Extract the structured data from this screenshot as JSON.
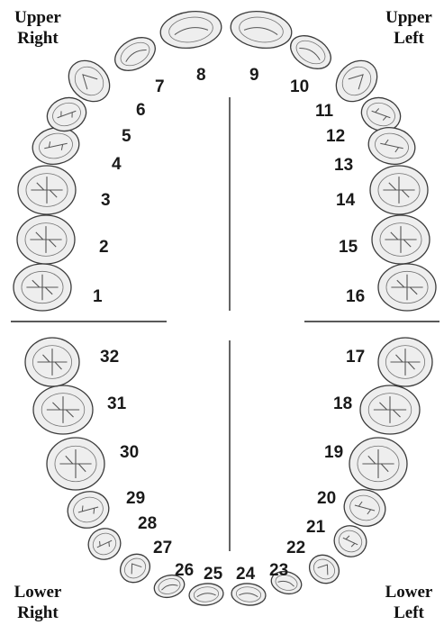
{
  "quadrants": {
    "upper_right": {
      "line1": "Upper",
      "line2": "Right"
    },
    "upper_left": {
      "line1": "Upper",
      "line2": "Left"
    },
    "lower_right": {
      "line1": "Lower",
      "line2": "Right"
    },
    "lower_left": {
      "line1": "Lower",
      "line2": "Left"
    }
  },
  "teeth": [
    {
      "n": "1"
    },
    {
      "n": "2"
    },
    {
      "n": "3"
    },
    {
      "n": "4"
    },
    {
      "n": "5"
    },
    {
      "n": "6"
    },
    {
      "n": "7"
    },
    {
      "n": "8"
    },
    {
      "n": "9"
    },
    {
      "n": "10"
    },
    {
      "n": "11"
    },
    {
      "n": "12"
    },
    {
      "n": "13"
    },
    {
      "n": "14"
    },
    {
      "n": "15"
    },
    {
      "n": "16"
    },
    {
      "n": "17"
    },
    {
      "n": "18"
    },
    {
      "n": "19"
    },
    {
      "n": "20"
    },
    {
      "n": "21"
    },
    {
      "n": "22"
    },
    {
      "n": "23"
    },
    {
      "n": "24"
    },
    {
      "n": "25"
    },
    {
      "n": "26"
    },
    {
      "n": "27"
    },
    {
      "n": "28"
    },
    {
      "n": "29"
    },
    {
      "n": "30"
    },
    {
      "n": "31"
    },
    {
      "n": "32"
    }
  ],
  "colors": {
    "tooth_fill": "#eeeeee",
    "tooth_stroke": "#3c3c3c",
    "groove": "#555555",
    "divider": "#222222"
  }
}
